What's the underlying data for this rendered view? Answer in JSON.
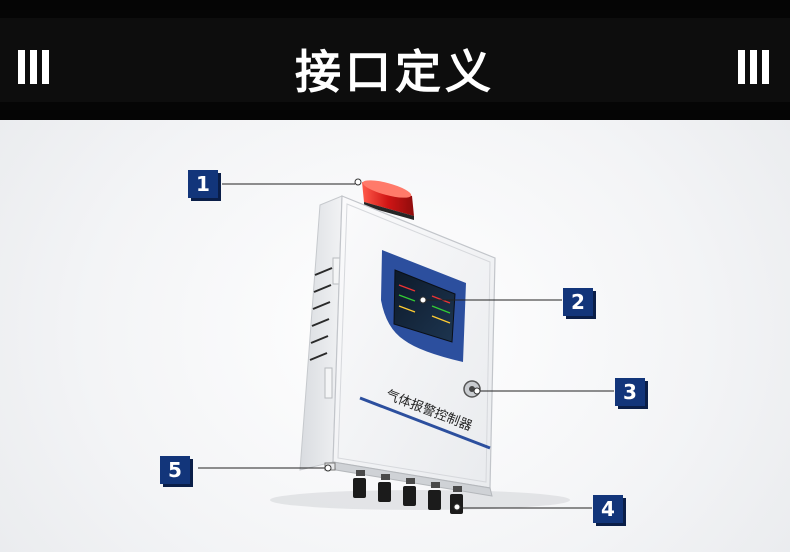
{
  "header": {
    "title": "接口定义"
  },
  "device": {
    "label": "气体报警控制器"
  },
  "callouts": [
    "1",
    "2",
    "3",
    "4",
    "5"
  ],
  "colors": {
    "header_bg": "#0d0d0d",
    "callout_bg": "#12357a",
    "alarm_light": "#d42020",
    "panel_accent": "#2c4f9e"
  }
}
